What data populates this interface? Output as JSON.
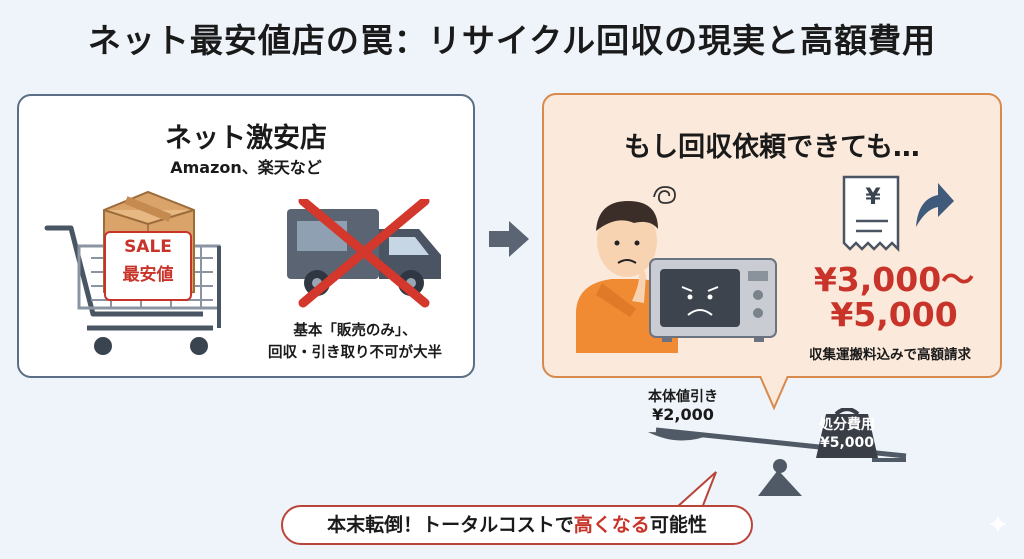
{
  "title": "ネット最安値店の罠：リサイクル回収の現実と高額費用",
  "left_panel": {
    "heading": "ネット激安店",
    "subheading": "Amazon、楽天など",
    "box_label_1": "SALE",
    "box_label_2": "最安値",
    "note_line1": "基本「販売のみ」、",
    "note_line2": "回収・引き取り不可が大半"
  },
  "right_panel": {
    "heading": "もし回収依頼できても…",
    "receipt_symbol": "¥",
    "price_line1": "¥3,000〜",
    "price_line2": "¥5,000",
    "price_note": "収集運搬料込みで高額請求"
  },
  "scale": {
    "left_label_1": "本体値引き",
    "left_label_2": "¥2,000",
    "right_label_1": "処分費用",
    "right_label_2": "¥5,000"
  },
  "conclusion": {
    "part1": "本末転倒！トータルコストで",
    "part2": "高くなる",
    "part3": "可能性"
  },
  "colors": {
    "accent_red": "#c8342a",
    "panel_right_bg": "#fbeadc",
    "panel_right_border": "#d8894c",
    "panel_left_border": "#5b6e86"
  }
}
